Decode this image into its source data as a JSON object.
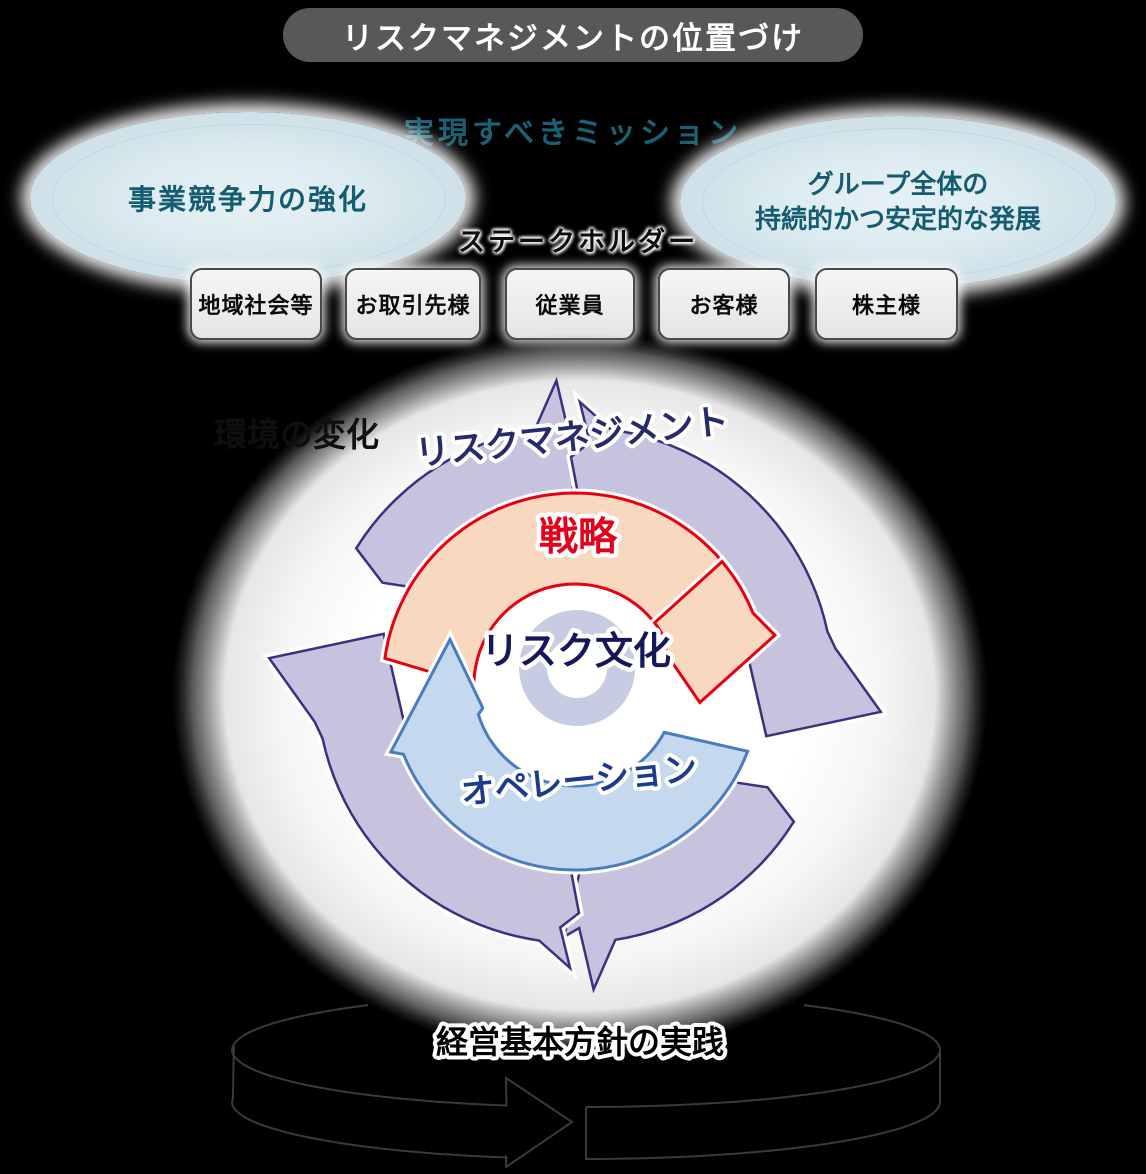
{
  "title": "リスクマネジメントの位置づけ",
  "mission": {
    "heading": "実現すべきミッション",
    "left_ellipse": "事業競争力の強化",
    "right_ellipse_line1": "グループ全体の",
    "right_ellipse_line2": "持続的かつ安定的な発展"
  },
  "stakeholders": {
    "heading": "ステークホルダー",
    "items": [
      "地域社会等",
      "お取引先様",
      "従業員",
      "お客様",
      "株主様"
    ]
  },
  "cycle": {
    "environment_label": "環境の変化",
    "risk_management_label": "リスクマネジメント",
    "strategy_label": "戦略",
    "risk_culture_label": "リスク文化",
    "operation_label": "オペレーション"
  },
  "foundation": {
    "label": "経営基本方針の実践"
  },
  "colors": {
    "background": "#000000",
    "title_bar": "#595757",
    "teal_text": "#176275",
    "ellipse_fill": "#d9e9ef",
    "box_fill": "#eeeeee",
    "ring_purple": "#c7c2dd",
    "ring_outline": "#3a3181",
    "strategy_fill": "#f8d8bf",
    "strategy_red": "#e60012",
    "operation_fill": "#c4d8ee",
    "operation_blue": "#4b7cbe",
    "risk_culture_navy": "#15175c",
    "donut_lavender": "#c8cce2",
    "loop_line": "#3a3a3a"
  }
}
